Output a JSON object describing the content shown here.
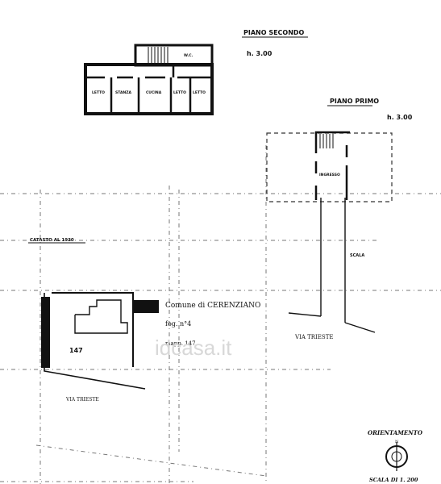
{
  "plan_secondo": {
    "title": "PIANO SECONDO",
    "height": "h. 3.00",
    "rooms": {
      "letto1": "LETTO",
      "stanza": "STANZA",
      "cucina": "CUCINA",
      "letto2": "LETTO",
      "letto3": "LETTO",
      "wc": "W.C."
    }
  },
  "plan_primo": {
    "title": "PIANO PRIMO",
    "height": "h. 3.00",
    "room": "INGRESSO",
    "road_label": "SCALA",
    "street": "VIA TRIESTE"
  },
  "site_plan": {
    "header": "CATASTO AL 1930",
    "comune": "Comune di CERENZIANO",
    "foglio": "fog. n°4",
    "mappale": "mapp. 147",
    "parcel": "147",
    "street": "VIA TRIESTE"
  },
  "watermark": "idcasa.it",
  "orientation": {
    "label": "ORIENTAMENTO",
    "north": "N"
  },
  "scale": "SCALA DI 1. 200"
}
